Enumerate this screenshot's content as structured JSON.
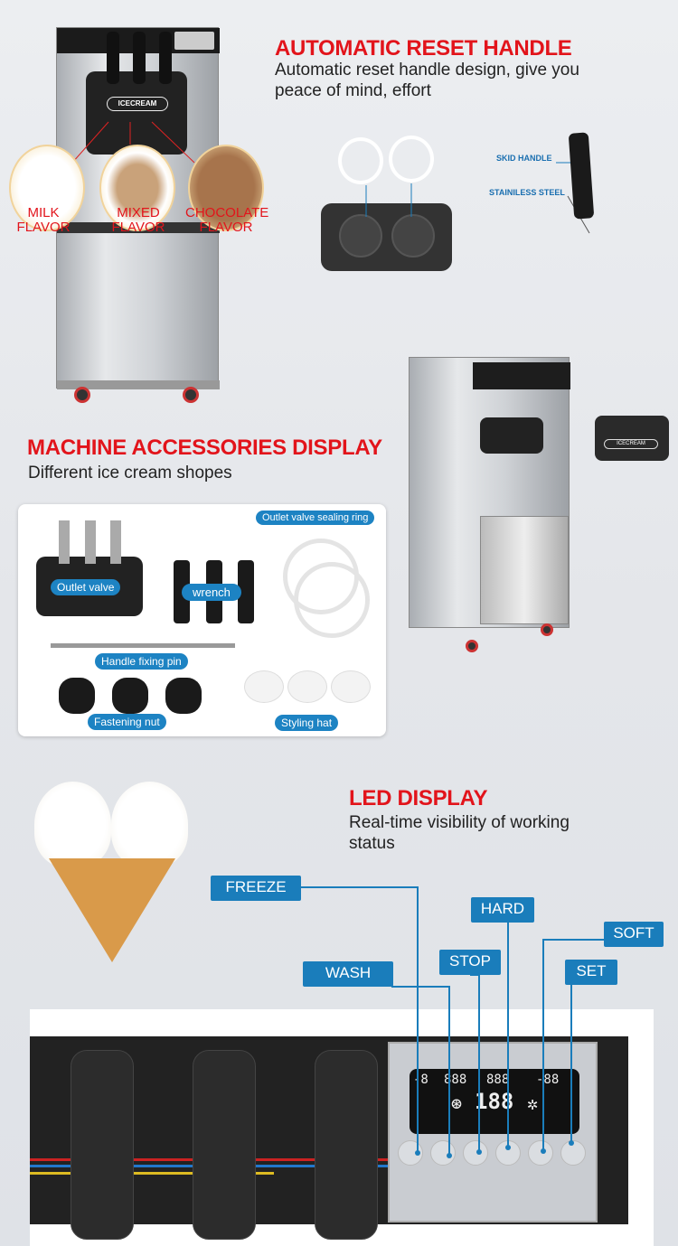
{
  "section1": {
    "title": "AUTOMATIC RESET HANDLE",
    "subtitle": "Automatic reset handle design, give you peace of mind, effort",
    "brand_label": "ICECREAM",
    "flavors": [
      {
        "line1": "MILK",
        "line2": "FLAVOR"
      },
      {
        "line1": "MIXED",
        "line2": "FLAVOR"
      },
      {
        "line1": "CHOCOLATE",
        "line2": "FLAVOR"
      }
    ],
    "callouts": [
      "SKID HANDLE",
      "STAINILESS STEEL"
    ]
  },
  "section2": {
    "title": "MACHINE ACCESSORIES DISPLAY",
    "subtitle": "Different ice cream shopes",
    "accessories": [
      "Outlet valve",
      "wrench",
      "Outlet valve sealing ring",
      "Handle fixing pin",
      "Fastening nut",
      "Styling hat"
    ]
  },
  "section3": {
    "title": "LED DISPLAY",
    "subtitle": "Real-time visibility of working status",
    "buttons": [
      "FREEZE",
      "WASH",
      "STOP",
      "HARD",
      "SOFT",
      "SET"
    ],
    "display_digits": [
      "-8",
      "888",
      "888",
      "-88",
      "188"
    ]
  },
  "colors": {
    "accent_red": "#e2141b",
    "label_blue": "#1a7dbb"
  }
}
